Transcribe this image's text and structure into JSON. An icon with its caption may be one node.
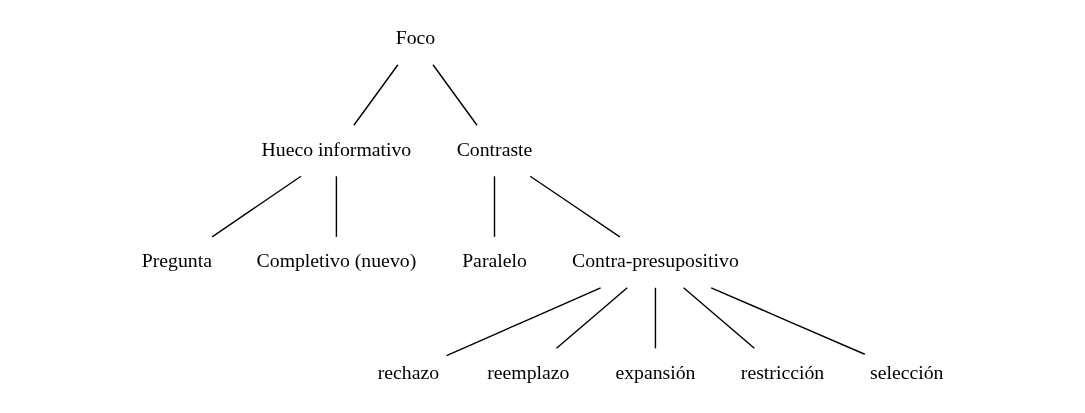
{
  "diagram": {
    "nodes": [
      {
        "text": [
          "Foco"
        ]
      },
      {
        "text": [
          "Hueco informativo"
        ]
      },
      {
        "text": [
          "Contraste"
        ]
      },
      {
        "text": [
          "Pregunta"
        ]
      },
      {
        "text": [
          "Completivo (nuevo)"
        ]
      },
      {
        "text": [
          "Paralelo"
        ]
      },
      {
        "text": [
          "Contra-presupositivo"
        ]
      },
      {
        "text": [
          "rechazo"
        ]
      },
      {
        "text": [
          "reemplazo"
        ]
      },
      {
        "text": [
          "expansión"
        ]
      },
      {
        "text": [
          "restricción"
        ]
      },
      {
        "text": [
          "selección"
        ]
      }
    ],
    "edges": [
      {
        "from": 0,
        "to": 1,
        "arrow": "none"
      },
      {
        "from": 0,
        "to": 2,
        "arrow": "none"
      },
      {
        "from": 1,
        "to": 3,
        "arrow": "none"
      },
      {
        "from": 1,
        "to": 4,
        "arrow": "none"
      },
      {
        "from": 2,
        "to": 5,
        "arrow": "none"
      },
      {
        "from": 2,
        "to": 6,
        "arrow": "none"
      },
      {
        "from": 6,
        "to": 7,
        "arrow": "none"
      },
      {
        "from": 6,
        "to": 8,
        "arrow": "none"
      },
      {
        "from": 6,
        "to": 9,
        "arrow": "none"
      },
      {
        "from": 6,
        "to": 10,
        "arrow": "none"
      },
      {
        "from": 6,
        "to": 11,
        "arrow": "none"
      }
    ]
  }
}
